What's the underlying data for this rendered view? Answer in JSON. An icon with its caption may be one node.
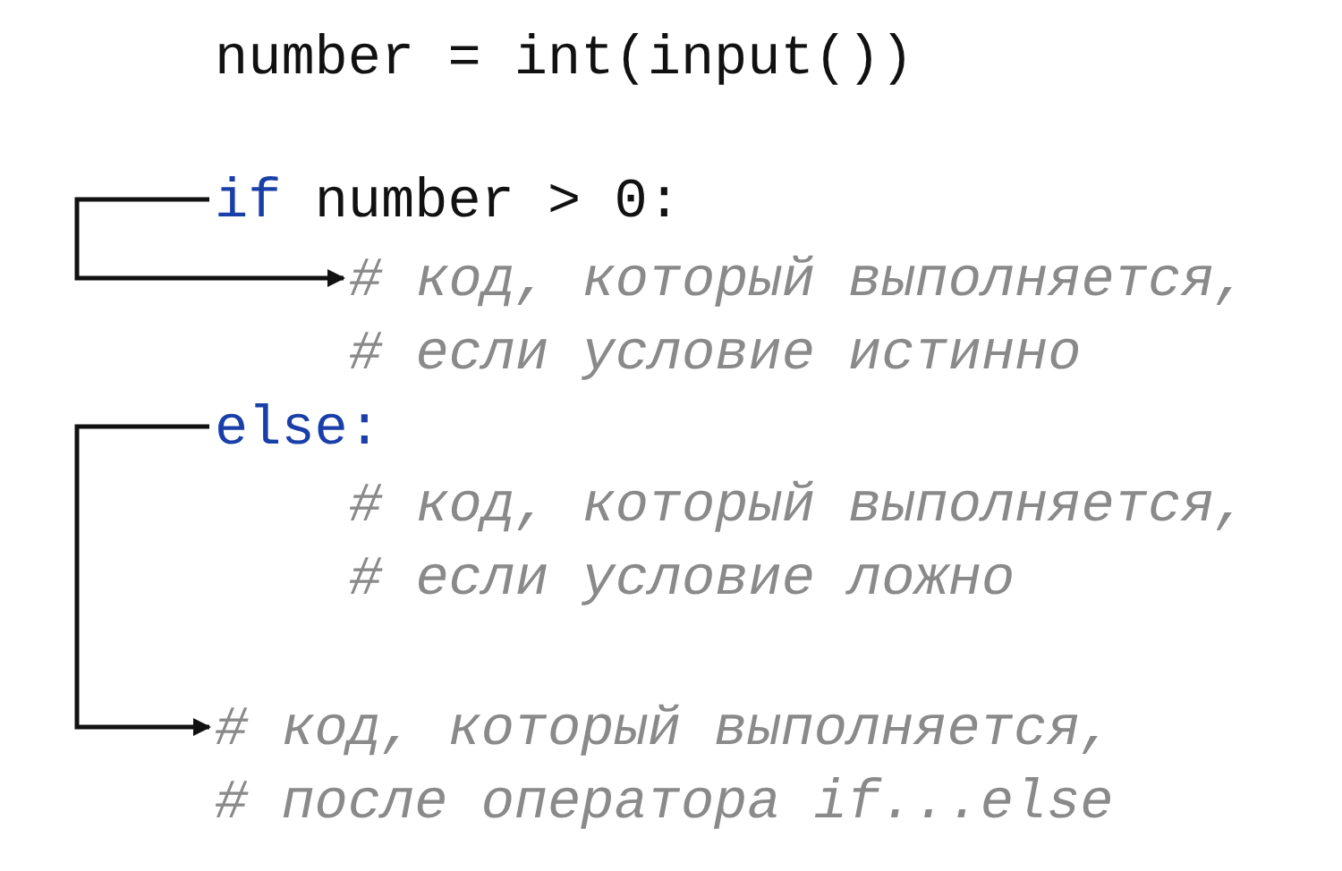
{
  "diagram": {
    "nodes": [
      {
        "text": [
          "if",
          "number > 0:"
        ]
      },
      {
        "text": [
          "# код, который выполняется, # если условие истинно"
        ]
      },
      {
        "text": [
          "else:"
        ]
      },
      {
        "text": [
          "# код, который выполняется, # после оператора if...else"
        ]
      }
    ],
    "edges": [
      {
        "from": 0,
        "to": 1,
        "arrow": "to"
      },
      {
        "from": 2,
        "to": 3,
        "arrow": "to"
      }
    ],
    "labels": [
      "number = int(input())",
      "# код, который выполняется, # если условие ложно"
    ]
  }
}
